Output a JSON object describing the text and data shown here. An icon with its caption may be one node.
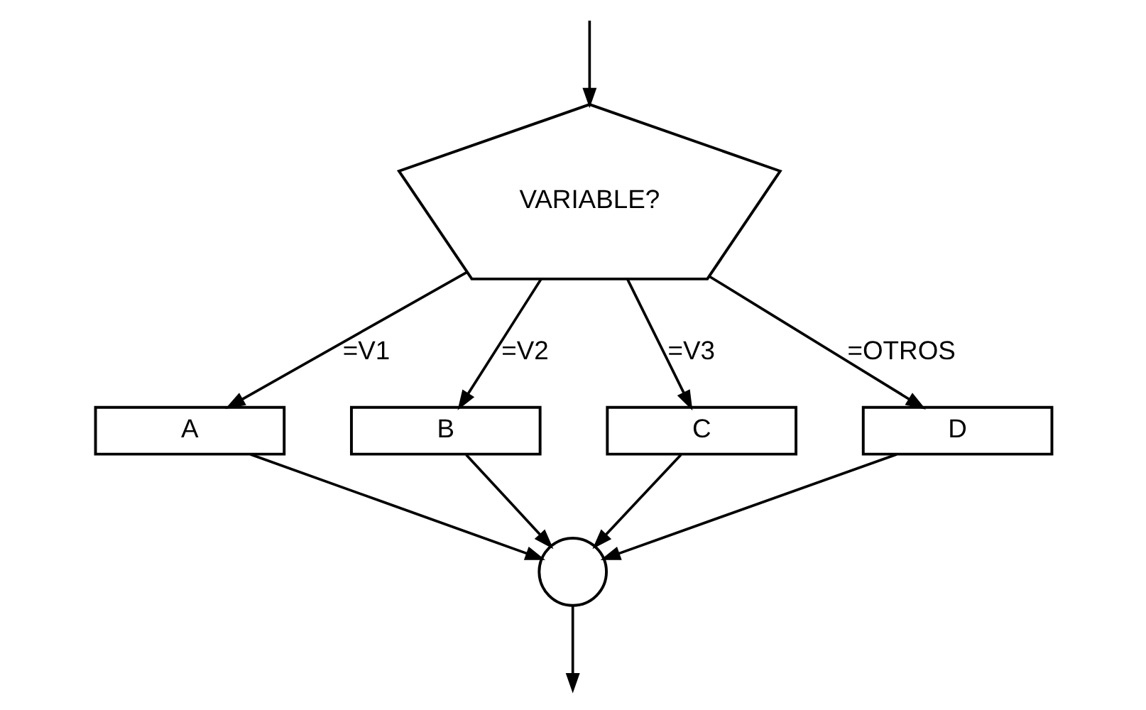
{
  "diagram": {
    "nodes": [
      {
        "text": [
          "VARIABLE?"
        ]
      },
      {
        "text": [
          "A"
        ]
      },
      {
        "text": [
          "B"
        ]
      },
      {
        "text": [
          "C"
        ]
      },
      {
        "text": [
          "D"
        ]
      },
      {
        "text": [],
        "shape": "circle"
      }
    ],
    "edges": [
      {
        "from": null,
        "to": 0,
        "arrow": "to"
      },
      {
        "from": 0,
        "to": 1,
        "arrow": "to",
        "label": "=V1"
      },
      {
        "from": 0,
        "to": 2,
        "arrow": "to",
        "label": "=V2"
      },
      {
        "from": 0,
        "to": 3,
        "arrow": "to",
        "label": "=V3"
      },
      {
        "from": 0,
        "to": 4,
        "arrow": "to",
        "label": "=OTROS"
      },
      {
        "from": 1,
        "to": 5,
        "arrow": "to"
      },
      {
        "from": 2,
        "to": 5,
        "arrow": "to"
      },
      {
        "from": 3,
        "to": 5,
        "arrow": "to"
      },
      {
        "from": 4,
        "to": 5,
        "arrow": "to"
      },
      {
        "from": 5,
        "to": null,
        "arrow": "to"
      }
    ]
  }
}
